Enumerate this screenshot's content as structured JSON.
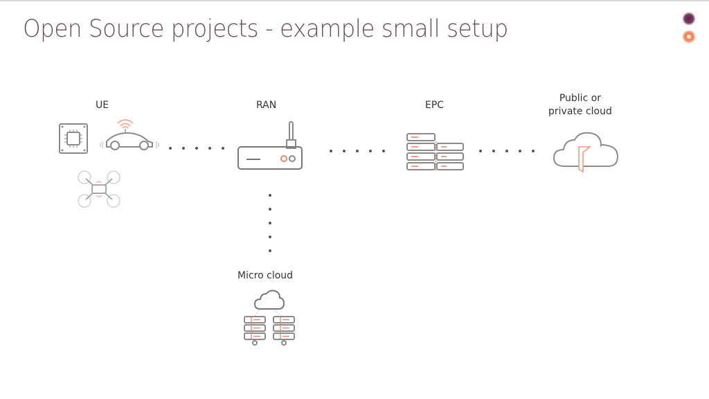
{
  "slide": {
    "title": "Open Source projects - example small setup",
    "brand_colors": {
      "primary": "#6e4a5e",
      "accent": "#e95420"
    }
  },
  "nodes": {
    "ue": {
      "label": "UE",
      "icons": [
        "chip-board-icon",
        "connected-car-icon",
        "drone-icon"
      ]
    },
    "ran": {
      "label": "RAN",
      "icons": [
        "router-icon"
      ]
    },
    "epc": {
      "label": "EPC",
      "icons": [
        "server-rack-icon"
      ]
    },
    "cloud": {
      "label_line1": "Public or",
      "label_line2": "private cloud",
      "icons": [
        "cloud-icon"
      ]
    },
    "micro_cloud": {
      "label": "Micro cloud",
      "icons": [
        "cloud-icon",
        "server-stack-icon"
      ]
    }
  },
  "connections": [
    {
      "from": "UE",
      "to": "RAN",
      "style": "dotted"
    },
    {
      "from": "RAN",
      "to": "EPC",
      "style": "dotted"
    },
    {
      "from": "EPC",
      "to": "Public or private cloud",
      "style": "dotted"
    },
    {
      "from": "RAN",
      "to": "Micro cloud",
      "style": "dotted"
    }
  ]
}
